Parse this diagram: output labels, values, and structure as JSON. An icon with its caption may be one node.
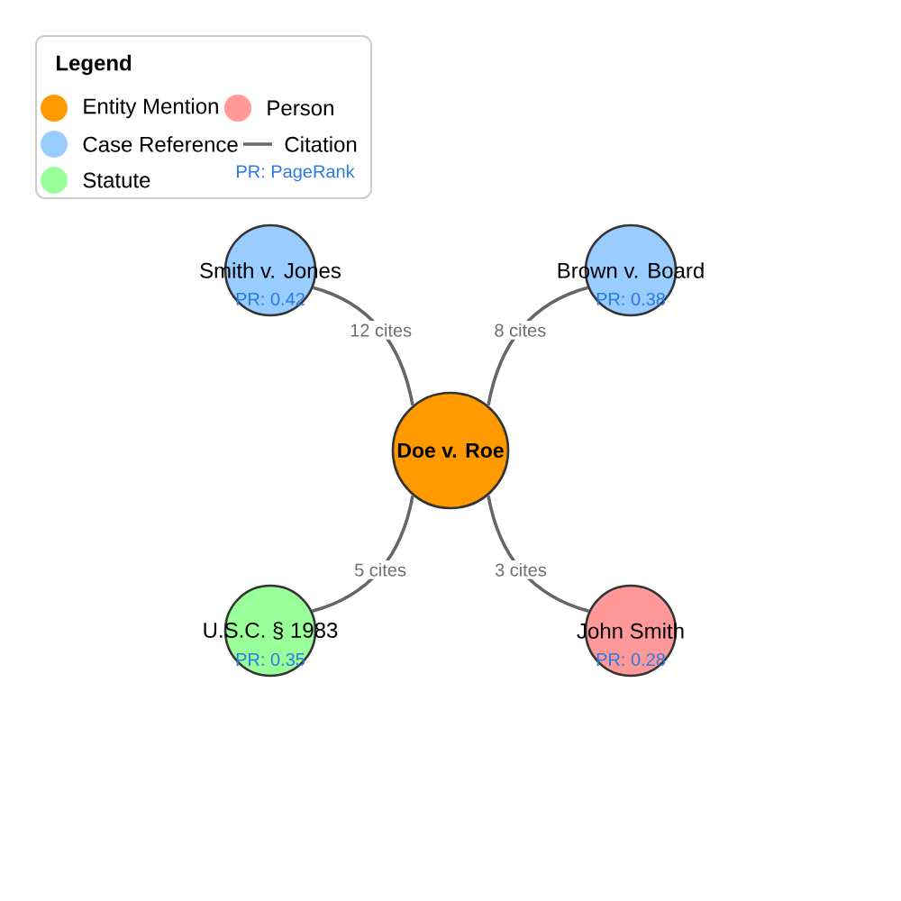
{
  "diagram": {
    "nodes": [
      {
        "text": [
          "Doe v. Roe"
        ]
      },
      {
        "text": [
          "Smith v. Jones",
          "PR: 0.42"
        ]
      },
      {
        "text": [
          "Brown v. Board",
          "PR: 0.38"
        ]
      },
      {
        "text": [
          "U.S.C. § 1983",
          "PR: 0.35"
        ]
      },
      {
        "text": [
          "John Smith",
          "PR: 0.28"
        ]
      }
    ],
    "edges": [
      {
        "from": 0,
        "to": 1,
        "arrow": "none",
        "label": "12 cites"
      },
      {
        "from": 0,
        "to": 2,
        "arrow": "none",
        "label": "8 cites"
      },
      {
        "from": 0,
        "to": 3,
        "arrow": "none",
        "label": "5 cites"
      },
      {
        "from": 0,
        "to": 4,
        "arrow": "none",
        "label": "3 cites"
      }
    ],
    "labels": [
      "Legend",
      "PR: PageRank"
    ],
    "legend": [
      {
        "text": "Entity Mention",
        "color": "#ff9900"
      },
      {
        "text": "Person",
        "color": "#ff9999"
      },
      {
        "text": "Case Reference",
        "color": "#99ccff"
      },
      {
        "text": "Citation"
      },
      {
        "text": "Statute",
        "color": "#99ff99"
      }
    ]
  }
}
